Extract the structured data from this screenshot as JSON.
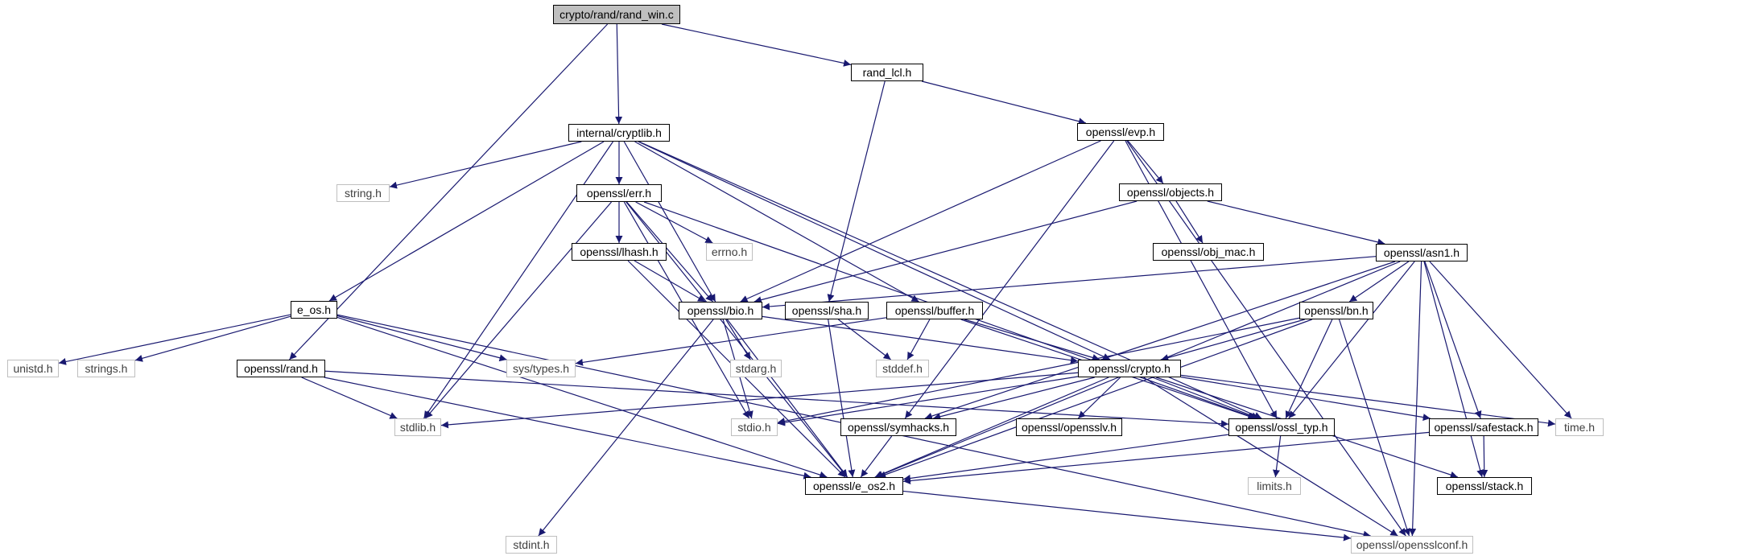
{
  "graph": {
    "title": "crypto/rand/rand_win.c",
    "edge_color": "#191970",
    "nodes": [
      {
        "id": "rand_win",
        "label": "crypto/rand/rand_win.c",
        "kind": "root"
      },
      {
        "id": "rand_lcl",
        "label": "rand_lcl.h",
        "kind": "doc"
      },
      {
        "id": "cryptlib",
        "label": "internal/cryptlib.h",
        "kind": "doc"
      },
      {
        "id": "evp",
        "label": "openssl/evp.h",
        "kind": "doc"
      },
      {
        "id": "string",
        "label": "string.h",
        "kind": "sys"
      },
      {
        "id": "err",
        "label": "openssl/err.h",
        "kind": "doc"
      },
      {
        "id": "objects",
        "label": "openssl/objects.h",
        "kind": "doc"
      },
      {
        "id": "errno",
        "label": "errno.h",
        "kind": "sys"
      },
      {
        "id": "lhash",
        "label": "openssl/lhash.h",
        "kind": "doc"
      },
      {
        "id": "obj_mac",
        "label": "openssl/obj_mac.h",
        "kind": "doc"
      },
      {
        "id": "asn1",
        "label": "openssl/asn1.h",
        "kind": "doc"
      },
      {
        "id": "e_os",
        "label": "e_os.h",
        "kind": "doc"
      },
      {
        "id": "bio",
        "label": "openssl/bio.h",
        "kind": "doc"
      },
      {
        "id": "sha",
        "label": "openssl/sha.h",
        "kind": "doc"
      },
      {
        "id": "buffer",
        "label": "openssl/buffer.h",
        "kind": "doc"
      },
      {
        "id": "bn",
        "label": "openssl/bn.h",
        "kind": "doc"
      },
      {
        "id": "unistd",
        "label": "unistd.h",
        "kind": "sys"
      },
      {
        "id": "strings",
        "label": "strings.h",
        "kind": "sys"
      },
      {
        "id": "rand",
        "label": "openssl/rand.h",
        "kind": "doc"
      },
      {
        "id": "systypes",
        "label": "sys/types.h",
        "kind": "sys"
      },
      {
        "id": "stdarg",
        "label": "stdarg.h",
        "kind": "sys"
      },
      {
        "id": "stddef",
        "label": "stddef.h",
        "kind": "sys"
      },
      {
        "id": "crypto",
        "label": "openssl/crypto.h",
        "kind": "doc"
      },
      {
        "id": "stdlib",
        "label": "stdlib.h",
        "kind": "sys"
      },
      {
        "id": "stdio",
        "label": "stdio.h",
        "kind": "sys"
      },
      {
        "id": "symhacks",
        "label": "openssl/symhacks.h",
        "kind": "doc"
      },
      {
        "id": "opensslv",
        "label": "openssl/opensslv.h",
        "kind": "doc"
      },
      {
        "id": "ossl_typ",
        "label": "openssl/ossl_typ.h",
        "kind": "doc"
      },
      {
        "id": "safestack",
        "label": "openssl/safestack.h",
        "kind": "doc"
      },
      {
        "id": "time",
        "label": "time.h",
        "kind": "sys"
      },
      {
        "id": "e_os2",
        "label": "openssl/e_os2.h",
        "kind": "doc"
      },
      {
        "id": "limits",
        "label": "limits.h",
        "kind": "sys"
      },
      {
        "id": "stack",
        "label": "openssl/stack.h",
        "kind": "doc"
      },
      {
        "id": "stdint",
        "label": "stdint.h",
        "kind": "sys"
      },
      {
        "id": "opensslconf",
        "label": "openssl/opensslconf.h",
        "kind": "sys"
      }
    ],
    "edges": [
      [
        "rand_win",
        "rand_lcl"
      ],
      [
        "rand_win",
        "cryptlib"
      ],
      [
        "rand_win",
        "rand"
      ],
      [
        "rand_lcl",
        "evp"
      ],
      [
        "rand_lcl",
        "sha"
      ],
      [
        "cryptlib",
        "string"
      ],
      [
        "cryptlib",
        "err"
      ],
      [
        "cryptlib",
        "e_os"
      ],
      [
        "cryptlib",
        "stdlib"
      ],
      [
        "cryptlib",
        "bio"
      ],
      [
        "cryptlib",
        "buffer"
      ],
      [
        "cryptlib",
        "crypto"
      ],
      [
        "cryptlib",
        "ossl_typ"
      ],
      [
        "evp",
        "objects"
      ],
      [
        "evp",
        "bio"
      ],
      [
        "evp",
        "symhacks"
      ],
      [
        "evp",
        "ossl_typ"
      ],
      [
        "evp",
        "opensslconf"
      ],
      [
        "objects",
        "obj_mac"
      ],
      [
        "objects",
        "asn1"
      ],
      [
        "objects",
        "bio"
      ],
      [
        "err",
        "lhash"
      ],
      [
        "err",
        "errno"
      ],
      [
        "err",
        "bio"
      ],
      [
        "err",
        "stdlib"
      ],
      [
        "err",
        "stdio"
      ],
      [
        "err",
        "e_os2"
      ],
      [
        "err",
        "ossl_typ"
      ],
      [
        "lhash",
        "bio"
      ],
      [
        "lhash",
        "e_os2"
      ],
      [
        "asn1",
        "bio"
      ],
      [
        "asn1",
        "bn"
      ],
      [
        "asn1",
        "symhacks"
      ],
      [
        "asn1",
        "ossl_typ"
      ],
      [
        "asn1",
        "safestack"
      ],
      [
        "asn1",
        "time"
      ],
      [
        "asn1",
        "stack"
      ],
      [
        "asn1",
        "e_os2"
      ],
      [
        "asn1",
        "opensslconf"
      ],
      [
        "e_os",
        "unistd"
      ],
      [
        "e_os",
        "strings"
      ],
      [
        "e_os",
        "systypes"
      ],
      [
        "e_os",
        "e_os2"
      ],
      [
        "e_os",
        "opensslconf"
      ],
      [
        "bio",
        "stdarg"
      ],
      [
        "bio",
        "stdio"
      ],
      [
        "bio",
        "e_os2"
      ],
      [
        "bio",
        "crypto"
      ],
      [
        "bio",
        "stdint"
      ],
      [
        "sha",
        "stddef"
      ],
      [
        "sha",
        "e_os2"
      ],
      [
        "buffer",
        "stddef"
      ],
      [
        "buffer",
        "crypto"
      ],
      [
        "buffer",
        "systypes"
      ],
      [
        "buffer",
        "ossl_typ"
      ],
      [
        "bn",
        "crypto"
      ],
      [
        "bn",
        "ossl_typ"
      ],
      [
        "bn",
        "stdio"
      ],
      [
        "bn",
        "e_os2"
      ],
      [
        "bn",
        "opensslconf"
      ],
      [
        "rand",
        "stdlib"
      ],
      [
        "rand",
        "e_os2"
      ],
      [
        "rand",
        "ossl_typ"
      ],
      [
        "crypto",
        "stdlib"
      ],
      [
        "crypto",
        "stdio"
      ],
      [
        "crypto",
        "symhacks"
      ],
      [
        "crypto",
        "opensslv"
      ],
      [
        "crypto",
        "ossl_typ"
      ],
      [
        "crypto",
        "safestack"
      ],
      [
        "crypto",
        "time"
      ],
      [
        "crypto",
        "e_os2"
      ],
      [
        "crypto",
        "stack"
      ],
      [
        "crypto",
        "opensslconf"
      ],
      [
        "symhacks",
        "e_os2"
      ],
      [
        "ossl_typ",
        "e_os2"
      ],
      [
        "ossl_typ",
        "limits"
      ],
      [
        "safestack",
        "stack"
      ],
      [
        "safestack",
        "e_os2"
      ],
      [
        "e_os2",
        "opensslconf"
      ]
    ]
  }
}
